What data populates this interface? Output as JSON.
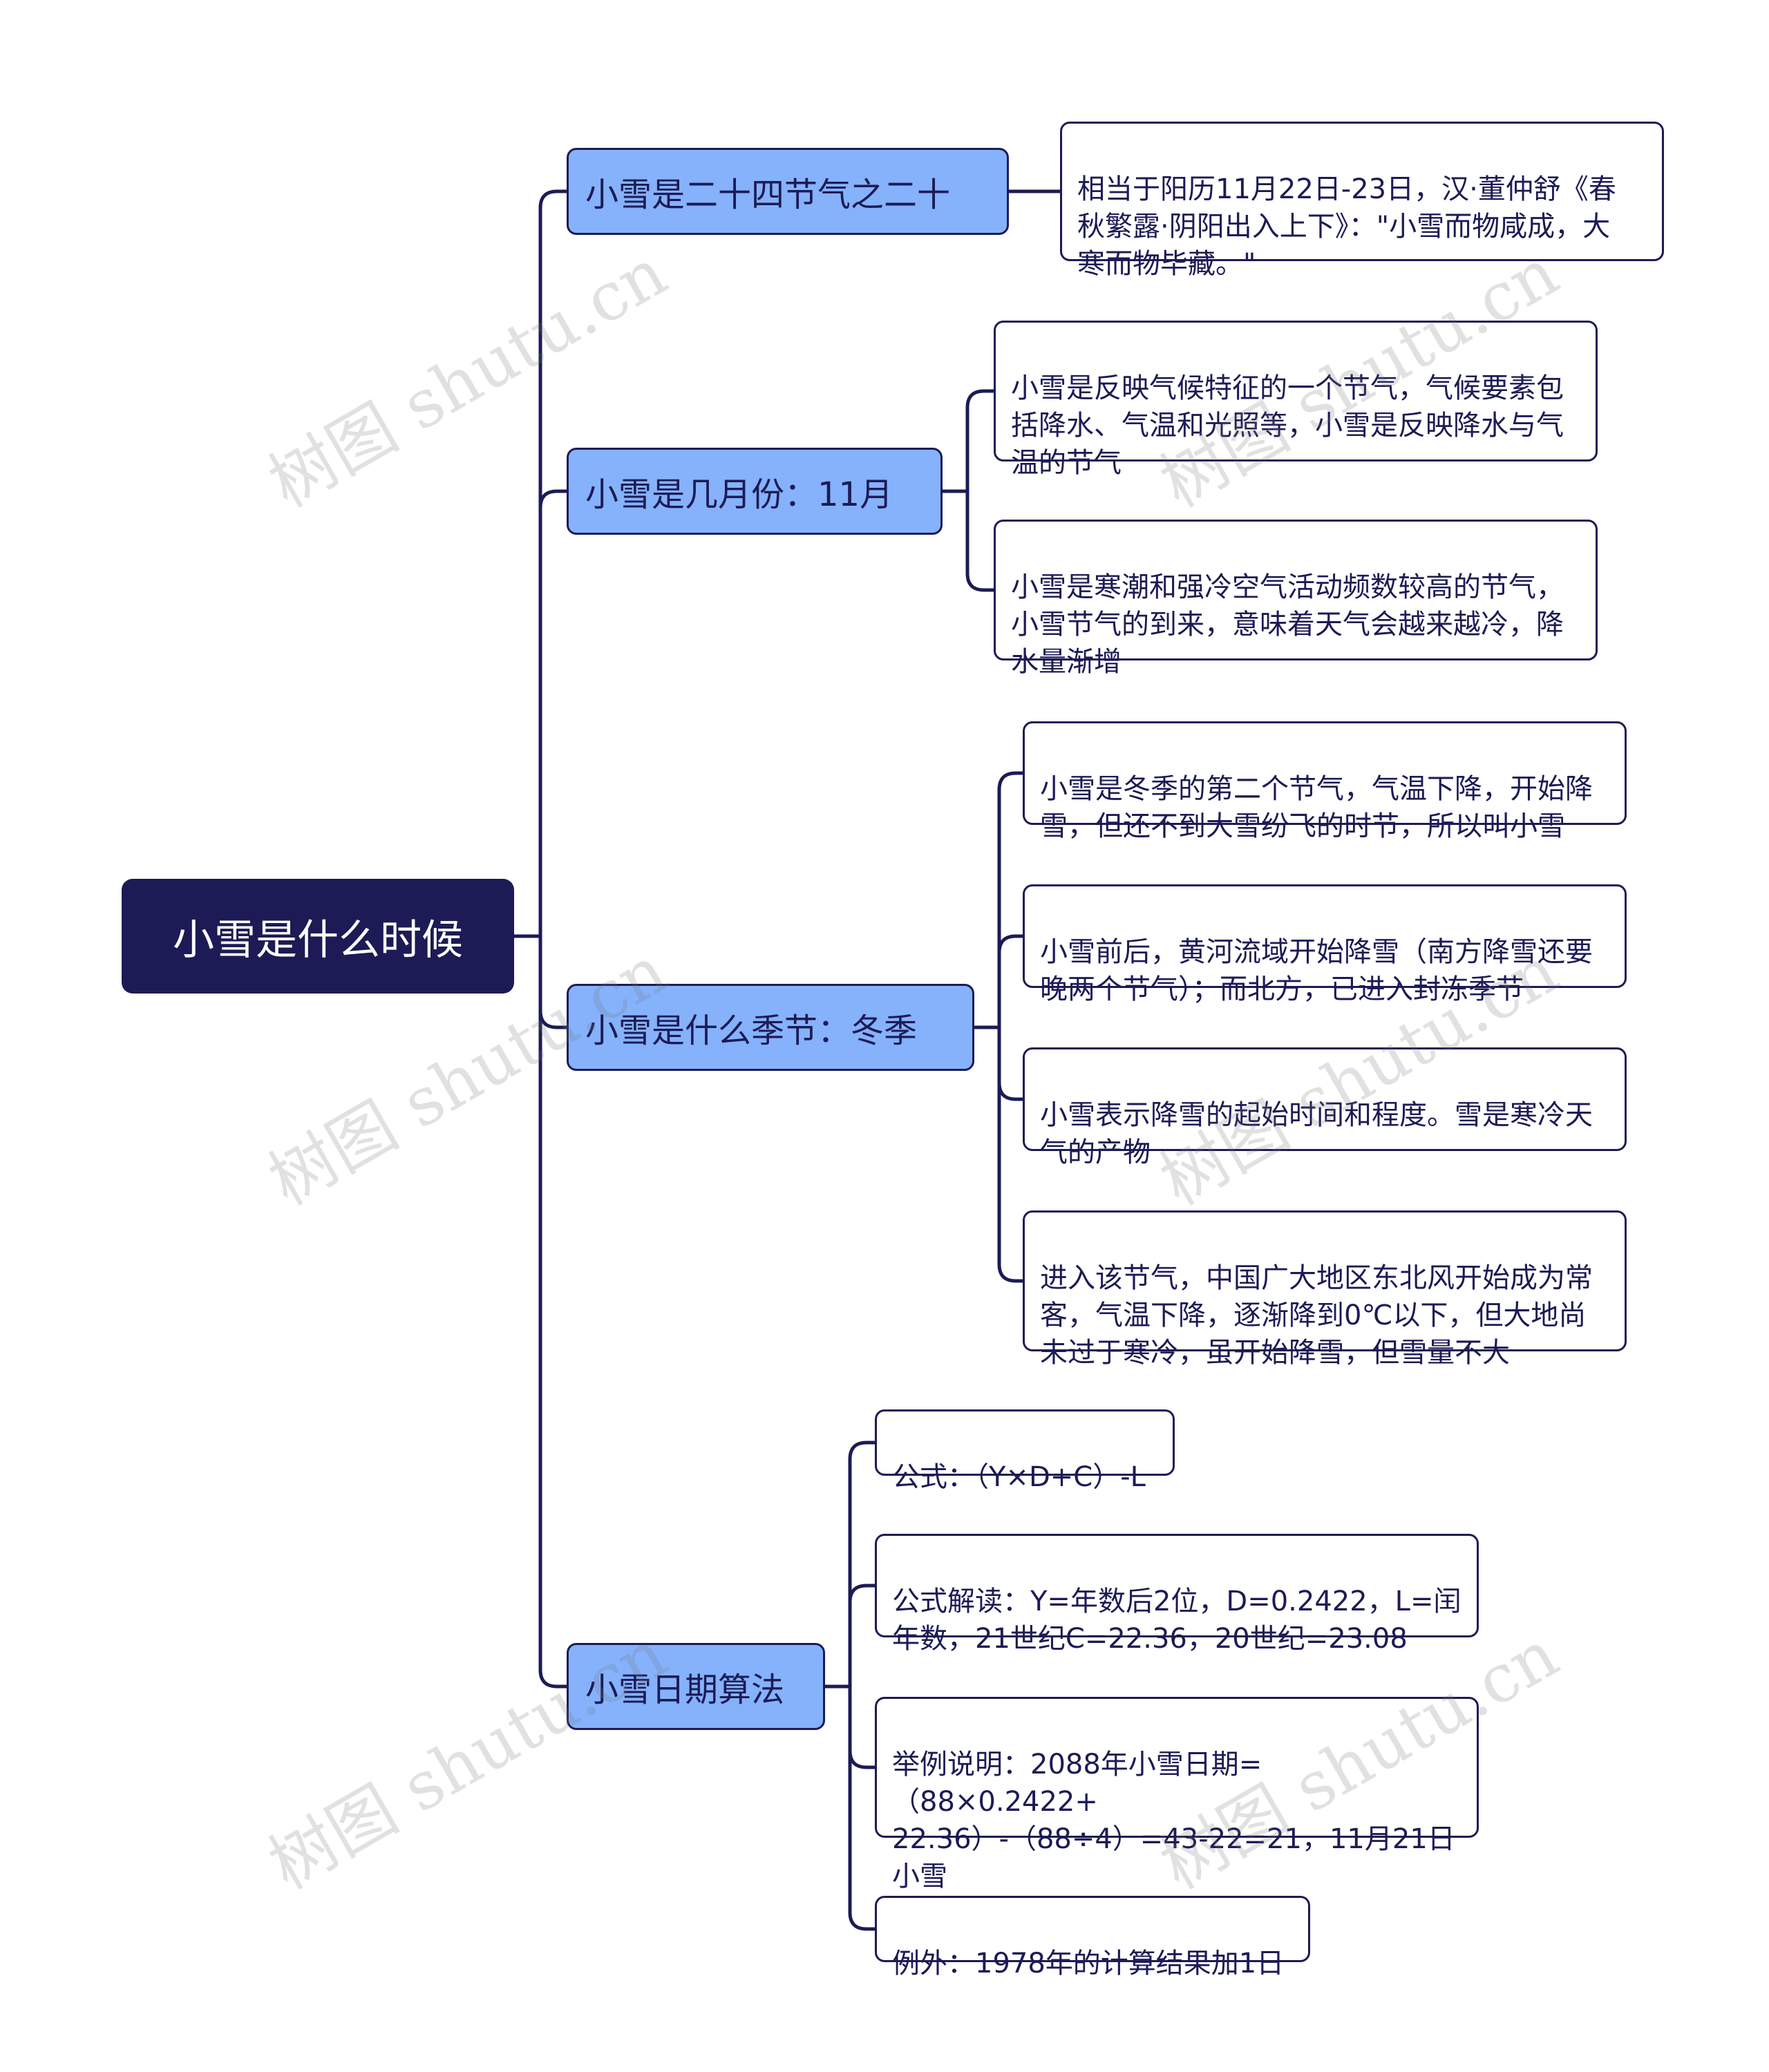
{
  "root": {
    "title": "小雪是什么时候"
  },
  "branches": [
    {
      "title": "小雪是二十四节气之二十",
      "details": [
        "相当于阳历11月22日-23日，汉·董仲舒《春\n秋繁露·阴阳出入上下》：\"小雪而物咸成，大\n寒而物毕藏。\""
      ]
    },
    {
      "title": "小雪是几月份：11月",
      "details": [
        "小雪是反映气候特征的一个节气，气候要素包\n括降水、气温和光照等，小雪是反映降水与气\n温的节气",
        "小雪是寒潮和强冷空气活动频数较高的节气，\n小雪节气的到来，意味着天气会越来越冷，降\n水量渐增"
      ]
    },
    {
      "title": "小雪是什么季节：冬季",
      "details": [
        "小雪是冬季的第二个节气，气温下降，开始降\n雪，但还不到大雪纷飞的时节，所以叫小雪",
        "小雪前后，黄河流域开始降雪（南方降雪还要\n晚两个节气）；而北方，已进入封冻季节",
        "小雪表示降雪的起始时间和程度。雪是寒冷天\n气的产物",
        "进入该节气，中国广大地区东北风开始成为常\n客，气温下降，逐渐降到0℃以下，但大地尚\n未过于寒冷，虽开始降雪，但雪量不大"
      ]
    },
    {
      "title": "小雪日期算法",
      "details": [
        "公式：（Y×D+C）-L",
        "公式解读：Y=年数后2位，D=0.2422，L=闰\n年数，21世纪C=22.36，20世纪=23.08",
        "举例说明：2088年小雪日期=（88×0.2422+\n22.36）-（88÷4）=43-22=21，11月21日\n小雪",
        "例外：1978年的计算结果加1日"
      ]
    }
  ],
  "watermark": "树图 shutu.cn",
  "colors": {
    "root": "#1c1b56",
    "branch": "#85b2fb",
    "line": "#1c1b56"
  }
}
